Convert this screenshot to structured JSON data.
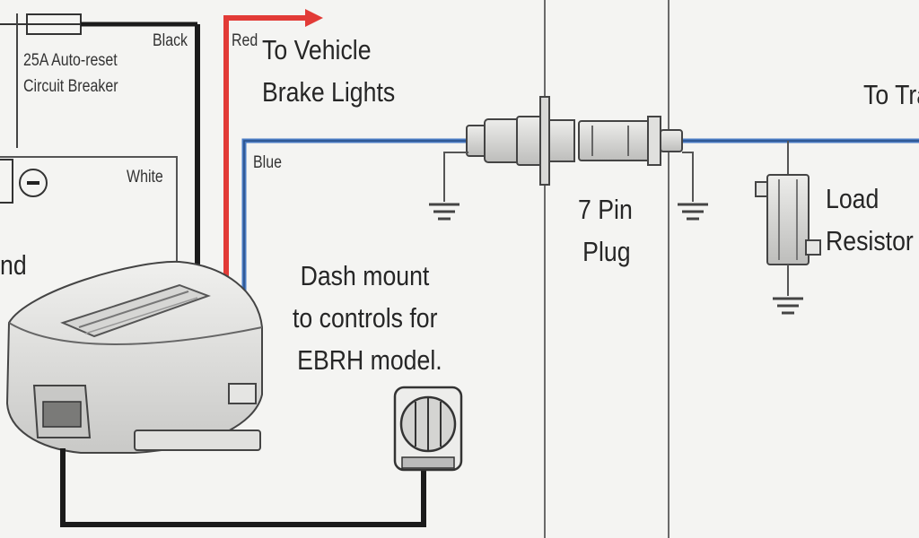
{
  "breaker": {
    "line1": "25A Auto-reset",
    "line2": "Circuit Breaker"
  },
  "wires": {
    "black": "Black",
    "red": "Red",
    "white": "White",
    "blue": "Blue"
  },
  "brake_lights": {
    "line1": "To Vehicle",
    "line2": "Brake Lights"
  },
  "to_trailer": "To Tra",
  "battery_negative": "⊖",
  "ground_partial": "nd",
  "dash_mount": {
    "line1": "Dash mount",
    "line2": "to controls for",
    "line3": "EBRH model."
  },
  "plug": {
    "line1": "7 Pin",
    "line2": "Plug"
  },
  "resistor": {
    "line1": "Load",
    "line2": "Resistor"
  },
  "colors": {
    "red_wire": "#e23b37",
    "blue_wire": "#4a7cc4",
    "black_wire": "#1b1b1b",
    "panel_line": "#6a6a6a"
  },
  "icons": [
    "battery-negative-icon",
    "ground-symbol-icon",
    "dash-knob-icon",
    "load-resistor-icon",
    "plug-connector-icon",
    "arrow-right-icon"
  ]
}
